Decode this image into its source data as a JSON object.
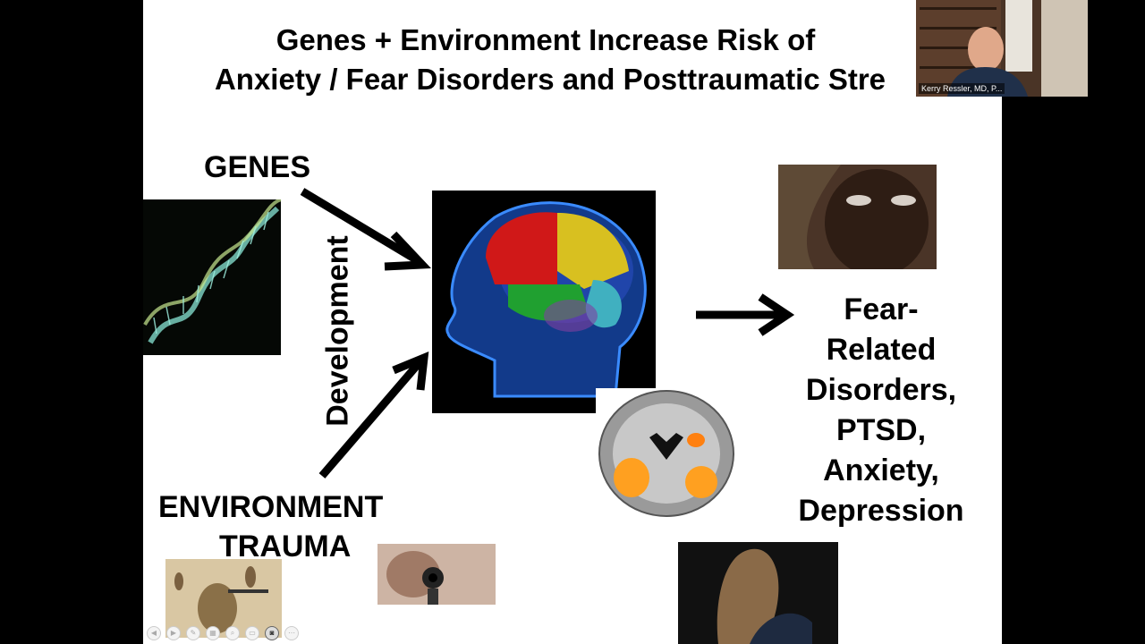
{
  "slide": {
    "title_line1": "Genes + Environment Increase Risk of",
    "title_line2": "Anxiety / Fear Disorders and Posttraumatic Stre",
    "genes_label": "GENES",
    "development_label": "Development",
    "environment_label": "ENVIRONMENT",
    "trauma_label": "TRAUMA",
    "outcome_lines": [
      "Fear-",
      "Related",
      "Disorders,",
      "PTSD,",
      "Anxiety,",
      "Depression"
    ]
  },
  "presentation_controls": [
    {
      "icon": "prev-icon",
      "glyph": "◀"
    },
    {
      "icon": "next-icon",
      "glyph": "▶"
    },
    {
      "icon": "pen-icon",
      "glyph": "✎"
    },
    {
      "icon": "grid-icon",
      "glyph": "▦"
    },
    {
      "icon": "zoom-icon",
      "glyph": "⌕"
    },
    {
      "icon": "subtitle-icon",
      "glyph": "▭"
    },
    {
      "icon": "camera-icon",
      "glyph": "◙"
    },
    {
      "icon": "more-icon",
      "glyph": "⋯"
    }
  ],
  "video": {
    "participant_name": "Kerry Ressler, MD, P..."
  },
  "colors": {
    "background": "#000000",
    "slide": "#ffffff",
    "text": "#000000"
  }
}
